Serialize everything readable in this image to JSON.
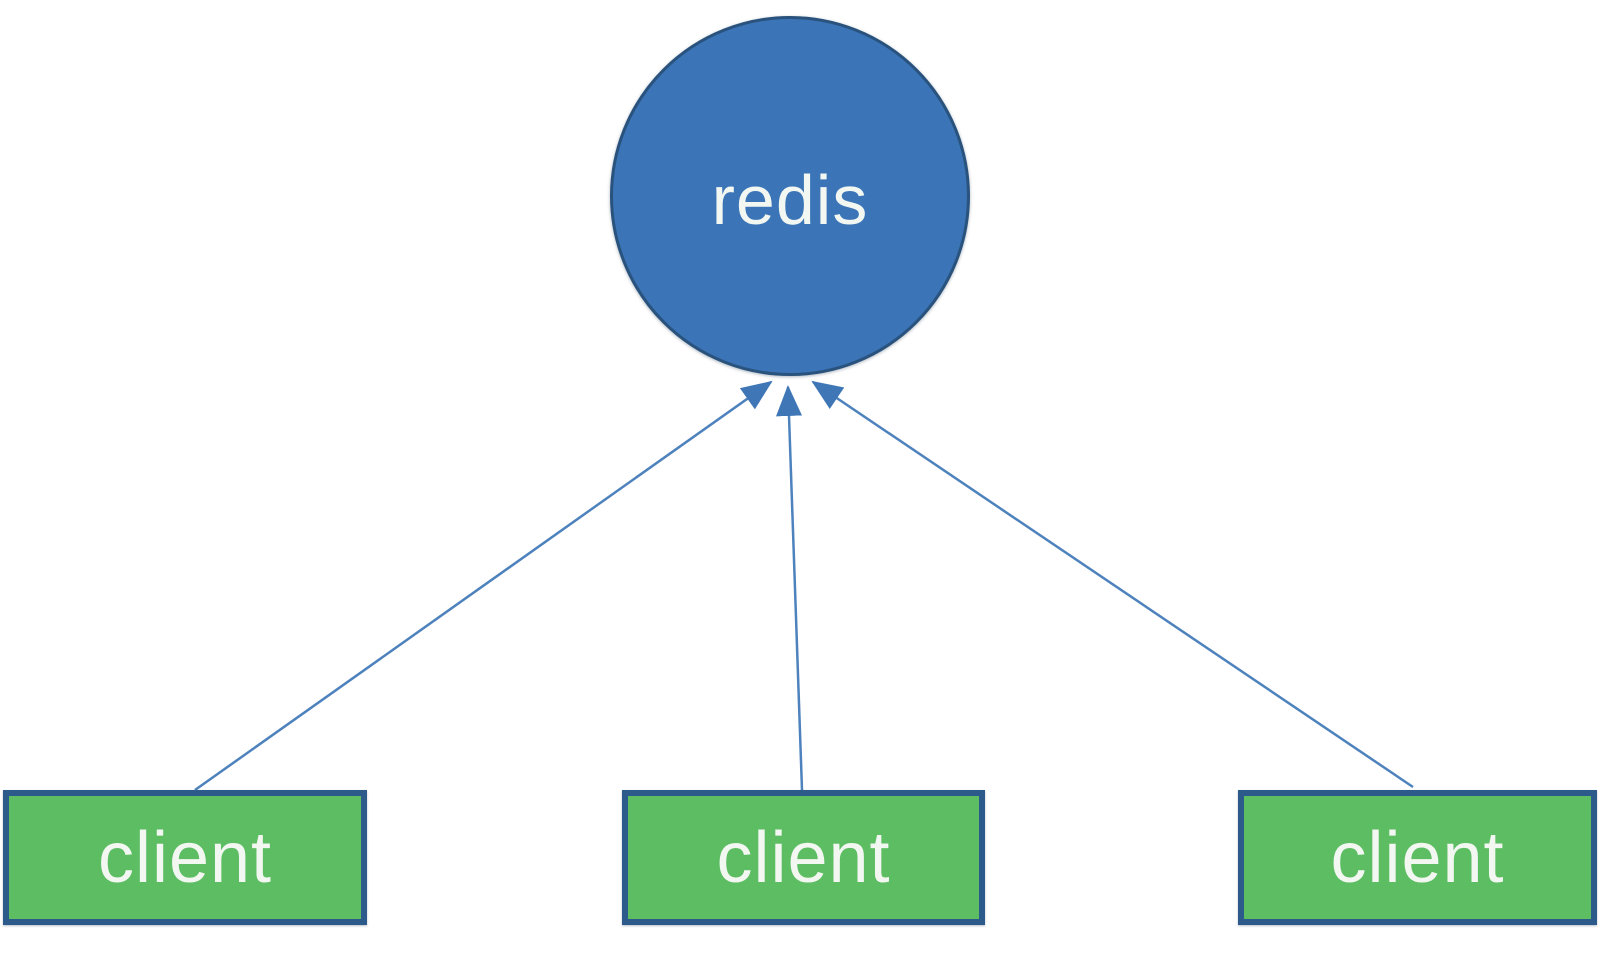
{
  "nodes": {
    "server": {
      "label": "redis",
      "shape": "circle"
    },
    "clients": [
      {
        "label": "client"
      },
      {
        "label": "client"
      },
      {
        "label": "client"
      }
    ]
  },
  "connectors": {
    "direction": "clients-to-server",
    "count": 3
  },
  "colors": {
    "background": "#ffffff",
    "server_fill": "#3b74b7",
    "server_border": "#29527d",
    "client_fill": "#5cbd62",
    "client_border": "#2b5a8b",
    "connector": "#4d82bd",
    "arrowhead": "#3e76b6",
    "label_text": "#f2f7f2"
  }
}
